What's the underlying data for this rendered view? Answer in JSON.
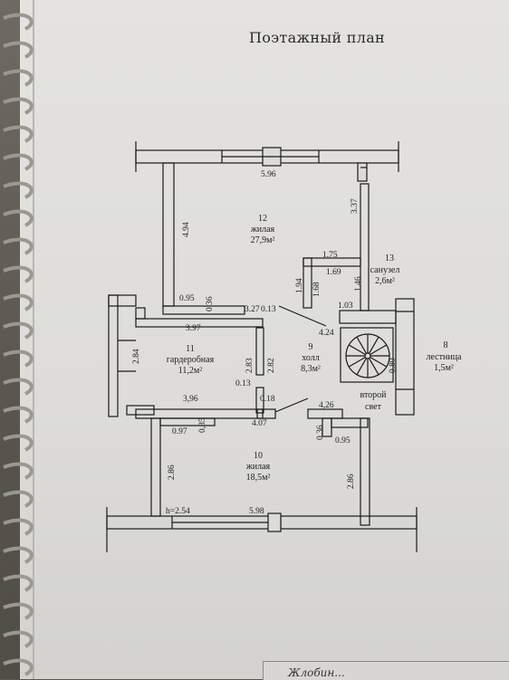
{
  "plan": {
    "title": "Поэтажный план",
    "rooms": [
      {
        "number": "12",
        "name": "жилая",
        "area": "27,9м²"
      },
      {
        "number": "13",
        "name": "санузел",
        "area": "2,6м²"
      },
      {
        "number": "11",
        "name": "гардеробная",
        "area": "11,2м²"
      },
      {
        "number": "9",
        "name": "холл",
        "area": "8,3м²"
      },
      {
        "number": "8",
        "name": "лестница",
        "area": "1,5м²"
      },
      {
        "number": "10",
        "name": "жилая",
        "area": "18,5м²"
      }
    ],
    "second_light": [
      "второй",
      "свет"
    ],
    "dimensions": {
      "top": "5.96",
      "left_12": "4.94",
      "right_12": "3.37",
      "d175": "1.75",
      "d169": "1.69",
      "d194": "1.94",
      "d168": "1.68",
      "d146": "1.46",
      "d103": "1.03",
      "d095a": "0.95",
      "d036a": "0.36",
      "d327": "3.27",
      "d013a": "0.13",
      "d424": "4.24",
      "d397": "3.97",
      "d284": "2.84",
      "d283": "2.83",
      "d282": "2.82",
      "d013b": "0.13",
      "d018": "0.18",
      "d396": "3,96",
      "d426": "4,26",
      "d407": "4.07",
      "d035": "0,35",
      "d097": "0.97",
      "d036b": "0.36",
      "d095b": "0.95",
      "d286a": "2.86",
      "d286b": "2.86",
      "d080": "0.80",
      "height": "h=2.54",
      "bottom": "5.98"
    }
  },
  "footer": {
    "text": "Жлобин..."
  }
}
